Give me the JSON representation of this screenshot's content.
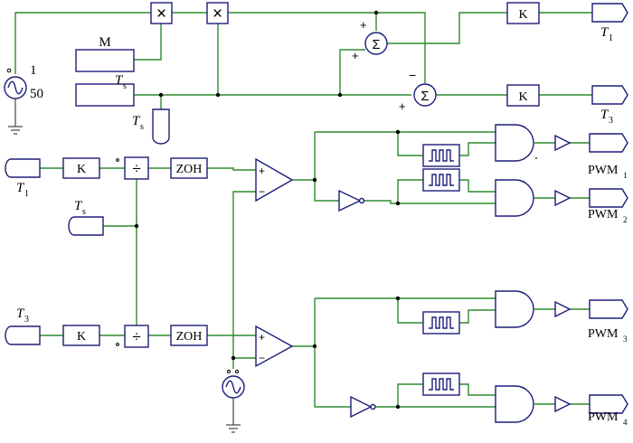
{
  "source": {
    "amplitude": "1",
    "frequency": "50"
  },
  "blocks": {
    "m_label": "M",
    "k_label": "K",
    "zoh_label": "ZOH",
    "sum_symbol": "Σ",
    "mult_symbol": "×",
    "div_symbol": "÷"
  },
  "labels": {
    "ts_main": "T",
    "ts_sub": "s",
    "t1_main": "T",
    "t1_sub": "1",
    "t3_main": "T",
    "t3_sub": "3",
    "plus": "+",
    "minus": "−"
  },
  "outputs": [
    {
      "main": "PWM",
      "sub": "1"
    },
    {
      "main": "PWM",
      "sub": "2"
    },
    {
      "main": "PWM",
      "sub": "3"
    },
    {
      "main": "PWM",
      "sub": "4"
    }
  ]
}
